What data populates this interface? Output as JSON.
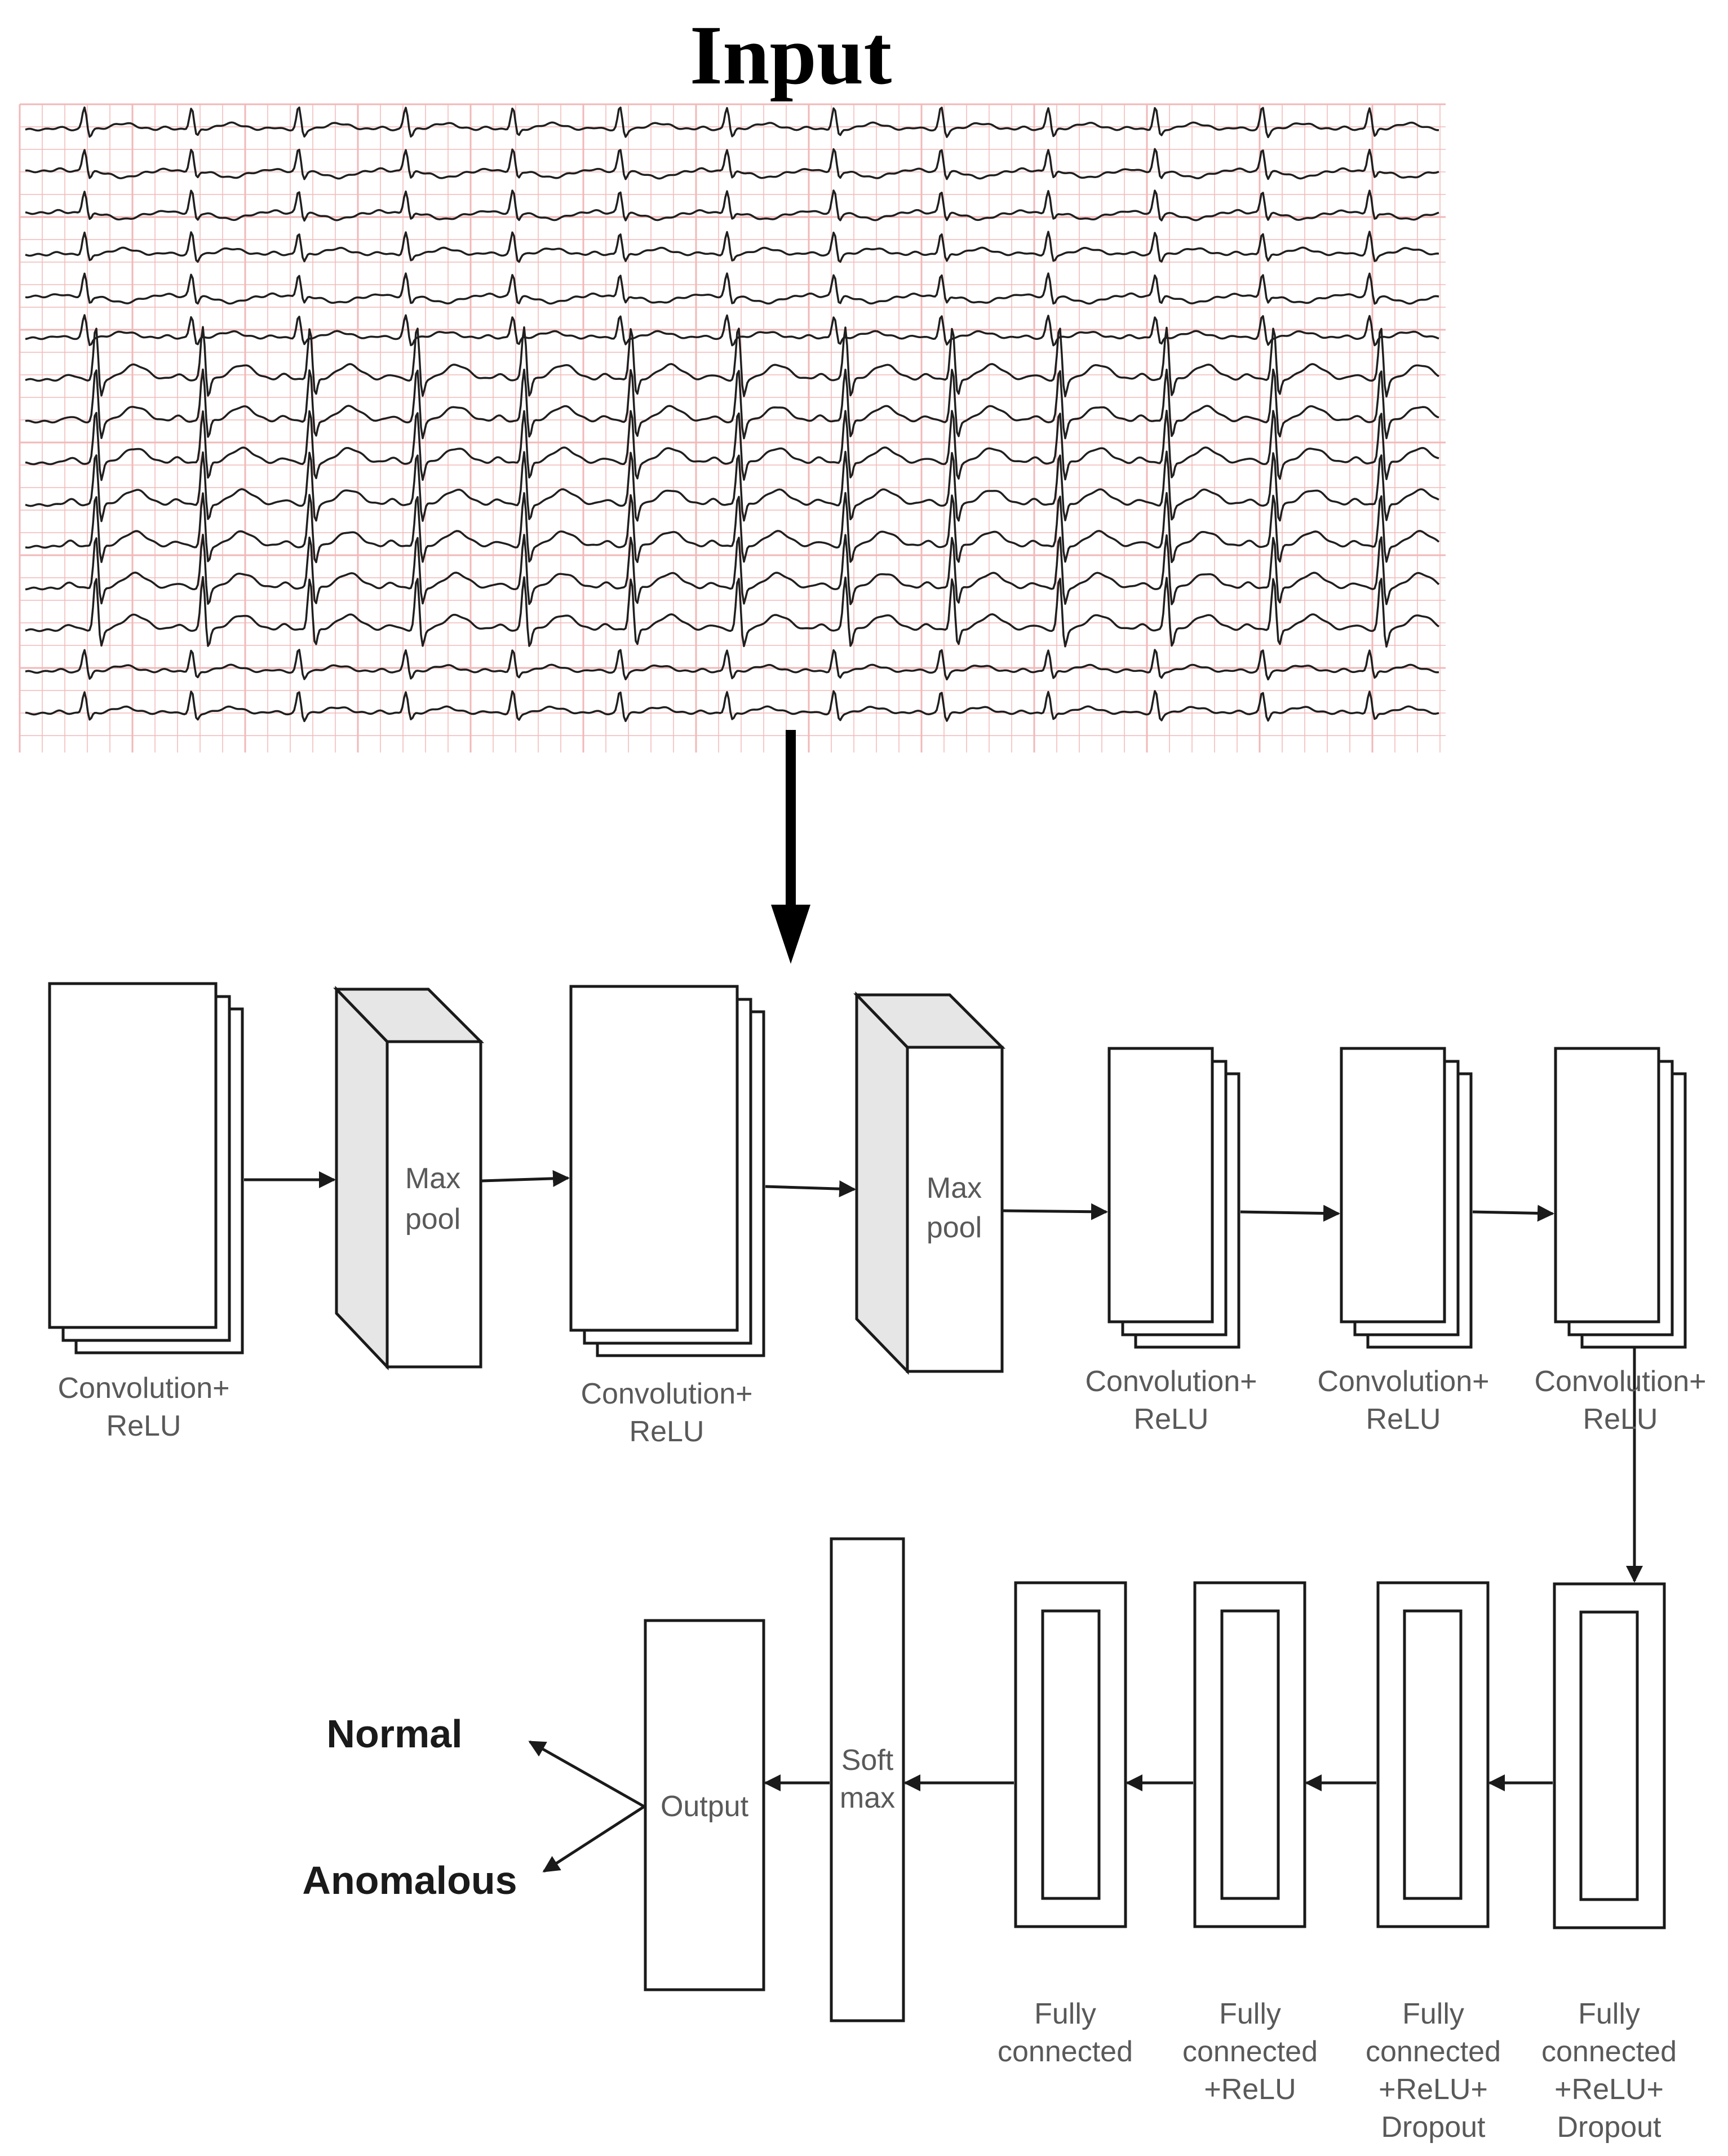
{
  "title": "Input",
  "layers_top": [
    {
      "kind": "conv",
      "label": [
        "Convolution+",
        "ReLU"
      ]
    },
    {
      "kind": "pool",
      "label": [
        "Max",
        "pool"
      ]
    },
    {
      "kind": "conv",
      "label": [
        "Convolution+",
        "ReLU"
      ]
    },
    {
      "kind": "pool",
      "label": [
        "Max",
        "pool"
      ]
    },
    {
      "kind": "conv",
      "label": [
        "Convolution+",
        "ReLU"
      ]
    },
    {
      "kind": "conv",
      "label": [
        "Convolution+",
        "ReLU"
      ]
    },
    {
      "kind": "conv",
      "label": [
        "Convolution+",
        "ReLU"
      ]
    }
  ],
  "layers_bottom": [
    {
      "kind": "fc",
      "label": [
        "Fully",
        "connected",
        "+ReLU+",
        "Dropout"
      ]
    },
    {
      "kind": "fc",
      "label": [
        "Fully",
        "connected",
        "+ReLU+",
        "Dropout"
      ]
    },
    {
      "kind": "fc",
      "label": [
        "Fully",
        "connected",
        "+ReLU"
      ]
    },
    {
      "kind": "fc",
      "label": [
        "Fully",
        "connected"
      ]
    },
    {
      "kind": "softmax",
      "label": [
        "Soft",
        "max"
      ]
    },
    {
      "kind": "output",
      "label": [
        "Output"
      ]
    }
  ],
  "classes": [
    "Normal",
    "Anomalous"
  ],
  "colors": {
    "grid": "#f2b8b8",
    "stroke": "#1a1a1a",
    "label": "#595959",
    "pool_side": "#e6e6e6"
  }
}
